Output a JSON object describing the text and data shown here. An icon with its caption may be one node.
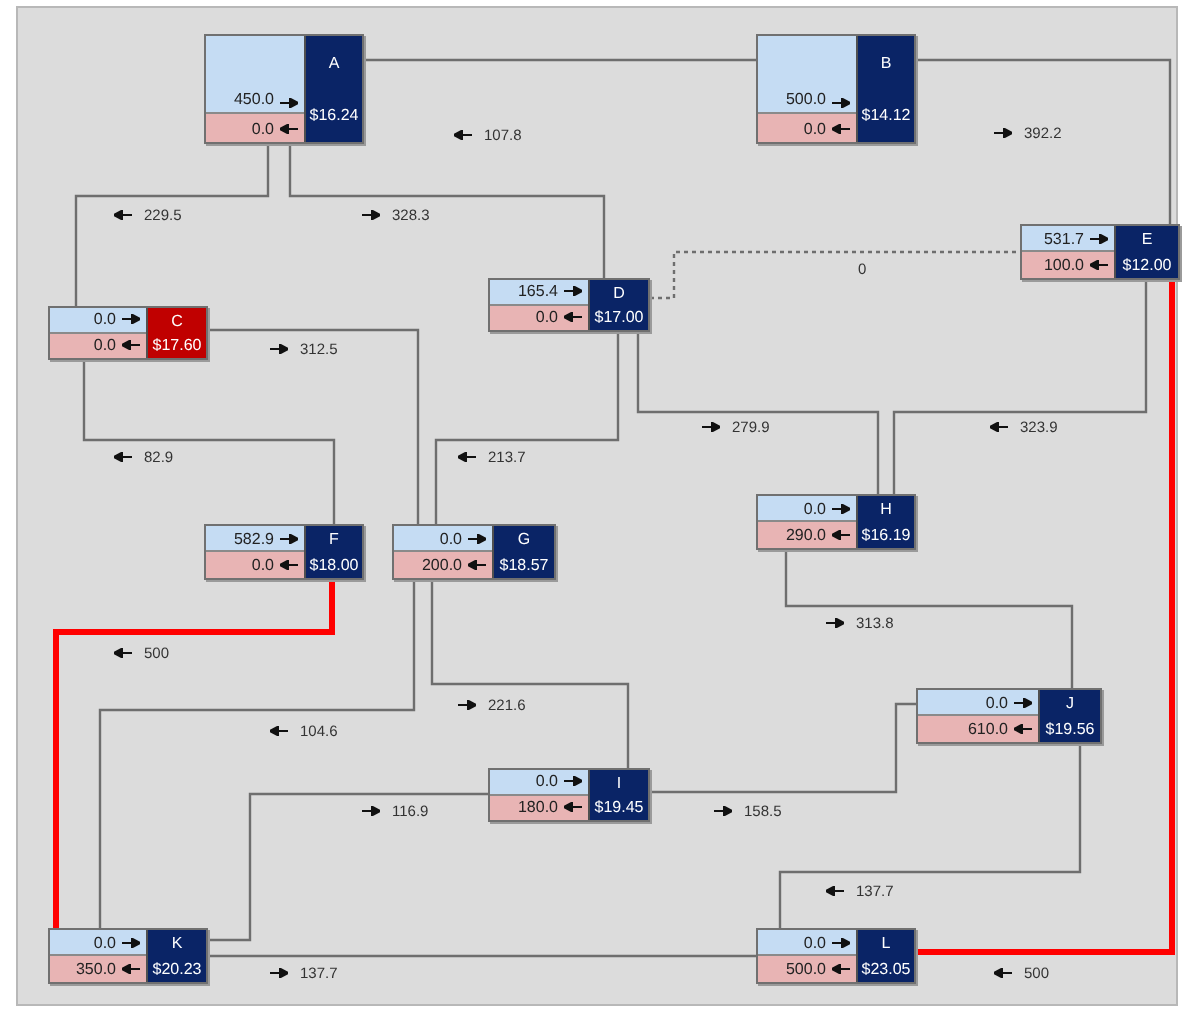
{
  "diagram": {
    "nodes": [
      {
        "text": [
          "450.0",
          "0.0",
          "A",
          "$16.24"
        ]
      },
      {
        "text": [
          "500.0",
          "0.0",
          "B",
          "$14.12"
        ]
      },
      {
        "text": [
          "0.0",
          "0.0",
          "C",
          "$17.60"
        ]
      },
      {
        "text": [
          "165.4",
          "0.0",
          "D",
          "$17.00"
        ]
      },
      {
        "text": [
          "531.7",
          "100.0",
          "E",
          "$12.00"
        ]
      },
      {
        "text": [
          "582.9",
          "0.0",
          "F",
          "$18.00"
        ]
      },
      {
        "text": [
          "0.0",
          "200.0",
          "G",
          "$18.57"
        ]
      },
      {
        "text": [
          "0.0",
          "290.0",
          "H",
          "$16.19"
        ]
      },
      {
        "text": [
          "0.0",
          "180.0",
          "I",
          "$19.45"
        ]
      },
      {
        "text": [
          "0.0",
          "610.0",
          "J",
          "$19.56"
        ]
      },
      {
        "text": [
          "0.0",
          "350.0",
          "K",
          "$20.23"
        ]
      },
      {
        "text": [
          "0.0",
          "500.0",
          "L",
          "$23.05"
        ]
      }
    ],
    "edges": [
      {
        "from": 0,
        "to": 1,
        "arrow": "none",
        "label": "107.8"
      },
      {
        "from": 0,
        "to": 2,
        "arrow": "none",
        "label": "229.5"
      },
      {
        "from": 0,
        "to": 3,
        "arrow": "none",
        "label": "328.3"
      },
      {
        "from": 1,
        "to": 4,
        "arrow": "none",
        "label": "392.2"
      },
      {
        "from": 3,
        "to": 4,
        "arrow": "none",
        "label": "0",
        "style": "dashed"
      },
      {
        "from": 2,
        "to": 6,
        "arrow": "none",
        "label": "312.5"
      },
      {
        "from": 2,
        "to": 5,
        "arrow": "none",
        "label": "82.9"
      },
      {
        "from": 3,
        "to": 6,
        "arrow": "none",
        "label": "213.7"
      },
      {
        "from": 3,
        "to": 7,
        "arrow": "none",
        "label": "279.9"
      },
      {
        "from": 4,
        "to": 7,
        "arrow": "none",
        "label": "323.9"
      },
      {
        "from": 4,
        "to": 11,
        "arrow": "none",
        "label": "500",
        "style": "thick",
        "color": "#ff0000"
      },
      {
        "from": 5,
        "to": 10,
        "arrow": "none",
        "label": "500",
        "style": "thick",
        "color": "#ff0000"
      },
      {
        "from": 6,
        "to": 10,
        "arrow": "none",
        "label": "104.6"
      },
      {
        "from": 6,
        "to": 8,
        "arrow": "none",
        "label": "221.6"
      },
      {
        "from": 7,
        "to": 9,
        "arrow": "none",
        "label": "313.8"
      },
      {
        "from": 10,
        "to": 8,
        "arrow": "none",
        "label": "116.9"
      },
      {
        "from": 8,
        "to": 9,
        "arrow": "none",
        "label": "158.5"
      },
      {
        "from": 9,
        "to": 11,
        "arrow": "none",
        "label": "137.7"
      },
      {
        "from": 10,
        "to": 11,
        "arrow": "none",
        "label": "137.7"
      }
    ]
  }
}
